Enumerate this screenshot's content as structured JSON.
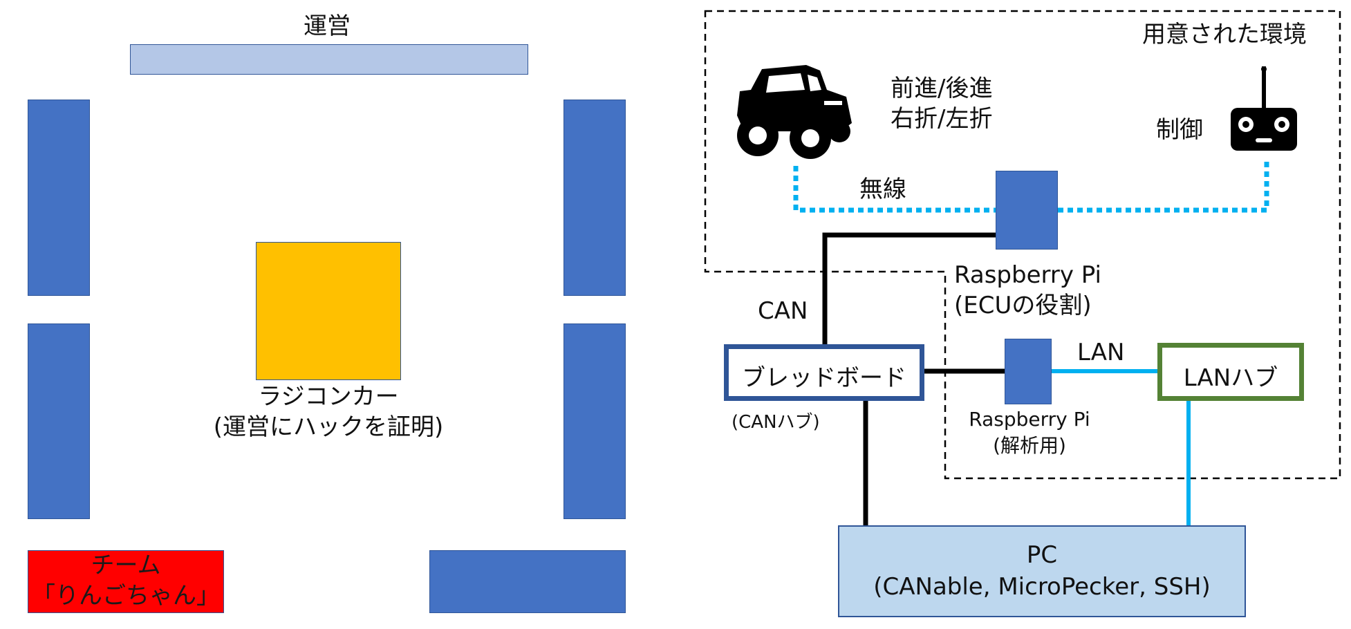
{
  "left_layout": {
    "operator_label": "運営",
    "rc_car_label_line1": "ラジコンカー",
    "rc_car_label_line2": "(運営にハックを証明)",
    "team_label_line1": "チーム",
    "team_label_line2": "「りんごちゃん」",
    "colors": {
      "team_block": "#ff0000",
      "rc_car_block": "#ffc000",
      "table_block": "#4472c4",
      "operator_block": "#b4c7e7"
    }
  },
  "right_diagram": {
    "environment_label": "用意された環境",
    "car_actions_line1": "前進/後進",
    "car_actions_line2": "右折/左折",
    "control_label": "制御",
    "wireless_label": "無線",
    "rpi_ecu_line1": "Raspberry Pi",
    "rpi_ecu_line2": "(ECUの役割)",
    "can_label": "CAN",
    "breadboard_label": "ブレッドボード",
    "breadboard_sub": "(CANハブ)",
    "rpi_analysis_line1": "Raspberry Pi",
    "rpi_analysis_line2": "(解析用)",
    "lan_label": "LAN",
    "lan_hub_label": "LANハブ",
    "pc_line1": "PC",
    "pc_line2": "(CANable, MicroPecker, SSH)",
    "icons": [
      "rc-car-icon",
      "remote-controller-icon"
    ],
    "colors": {
      "wireless_line": "#00b0f0",
      "lan_line": "#00b0f0",
      "can_line": "#000000",
      "breadboard_border": "#2f5597",
      "lan_hub_border": "#548235",
      "pc_fill": "#bdd7ee"
    }
  }
}
